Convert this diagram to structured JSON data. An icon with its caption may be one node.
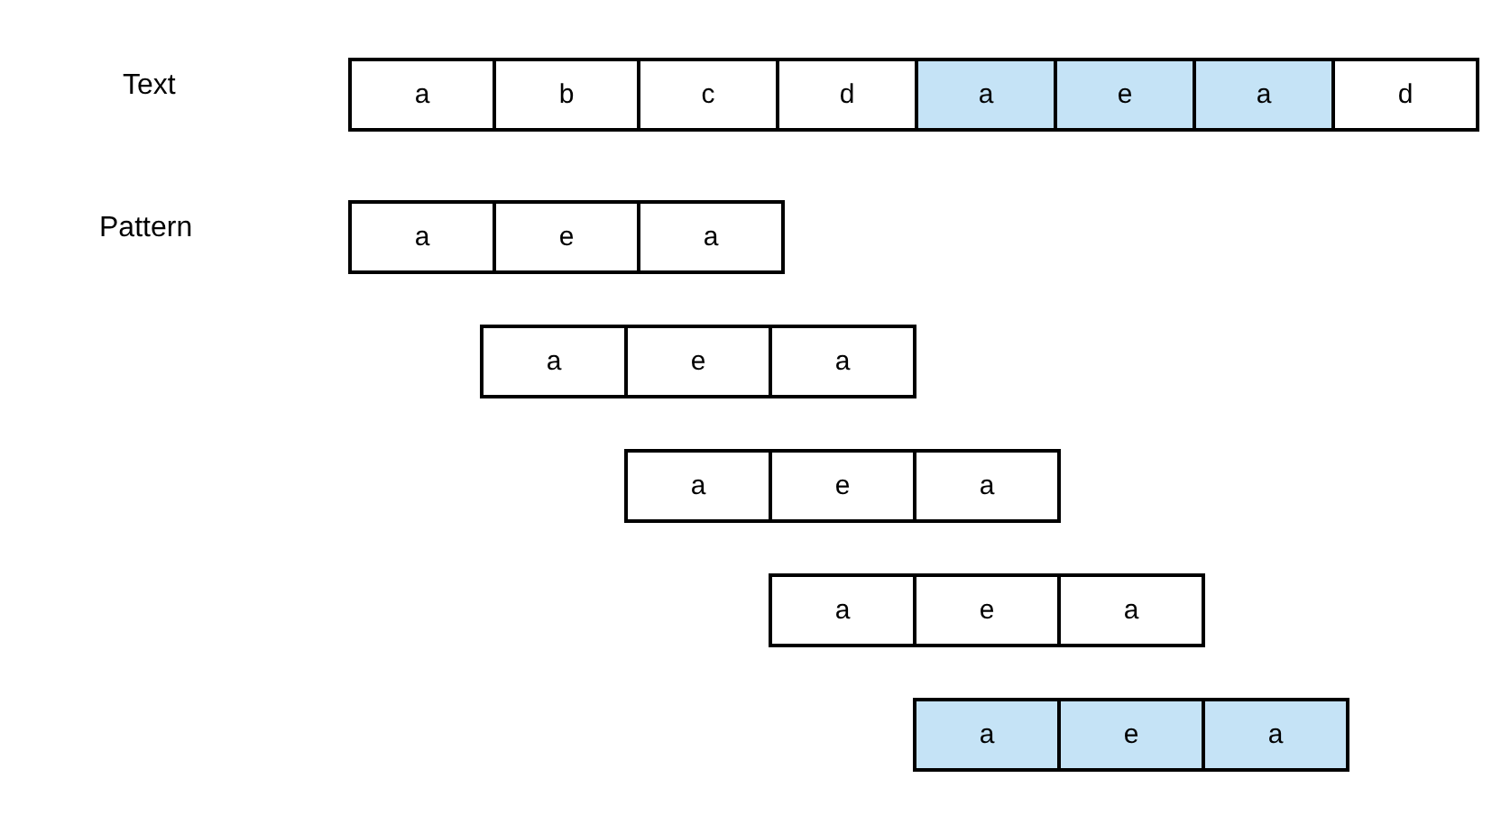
{
  "diagram": {
    "nodes": [
      {
        "text": [
          "a"
        ]
      },
      {
        "text": [
          "b"
        ]
      },
      {
        "text": [
          "c"
        ]
      },
      {
        "text": [
          "d"
        ]
      },
      {
        "text": [
          "a"
        ]
      },
      {
        "text": [
          "e"
        ]
      },
      {
        "text": [
          "a"
        ]
      },
      {
        "text": [
          "d"
        ]
      },
      {
        "text": [
          "a"
        ]
      },
      {
        "text": [
          "e"
        ]
      },
      {
        "text": [
          "a"
        ]
      },
      {
        "text": [
          "a"
        ]
      },
      {
        "text": [
          "e"
        ]
      },
      {
        "text": [
          "a"
        ]
      },
      {
        "text": [
          "a"
        ]
      },
      {
        "text": [
          "e"
        ]
      },
      {
        "text": [
          "a"
        ]
      },
      {
        "text": [
          "a"
        ]
      },
      {
        "text": [
          "e"
        ]
      },
      {
        "text": [
          "a"
        ]
      },
      {
        "text": [
          "a"
        ]
      },
      {
        "text": [
          "e"
        ]
      },
      {
        "text": [
          "a"
        ]
      }
    ],
    "labels": [
      "Text",
      "Pattern"
    ]
  }
}
